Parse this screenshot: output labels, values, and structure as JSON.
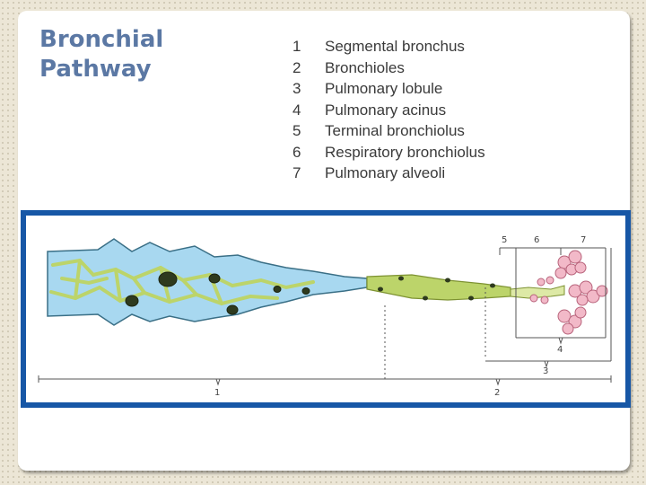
{
  "slide": {
    "title_line1": "Bronchial",
    "title_line2": "Pathway"
  },
  "legend": [
    {
      "num": "1",
      "label": "Segmental bronchus"
    },
    {
      "num": "2",
      "label": "Bronchioles"
    },
    {
      "num": "3",
      "label": "Pulmonary lobule"
    },
    {
      "num": "4",
      "label": "Pulmonary acinus"
    },
    {
      "num": "5",
      "label": "Terminal bronchiolus"
    },
    {
      "num": "6",
      "label": "Respiratory bronchiolus"
    },
    {
      "num": "7",
      "label": "Pulmonary alveoli"
    }
  ],
  "diagram": {
    "labels": {
      "n1": "1",
      "n2": "2",
      "n3": "3",
      "n4": "4",
      "n5": "5",
      "n6": "6",
      "n7": "7"
    }
  },
  "colors": {
    "frame": "#1757a6",
    "title": "#5b78a4",
    "cartilage": "#a8d8f0",
    "tissue": "#bcd46a",
    "alveoli": "#f2b9c8"
  }
}
